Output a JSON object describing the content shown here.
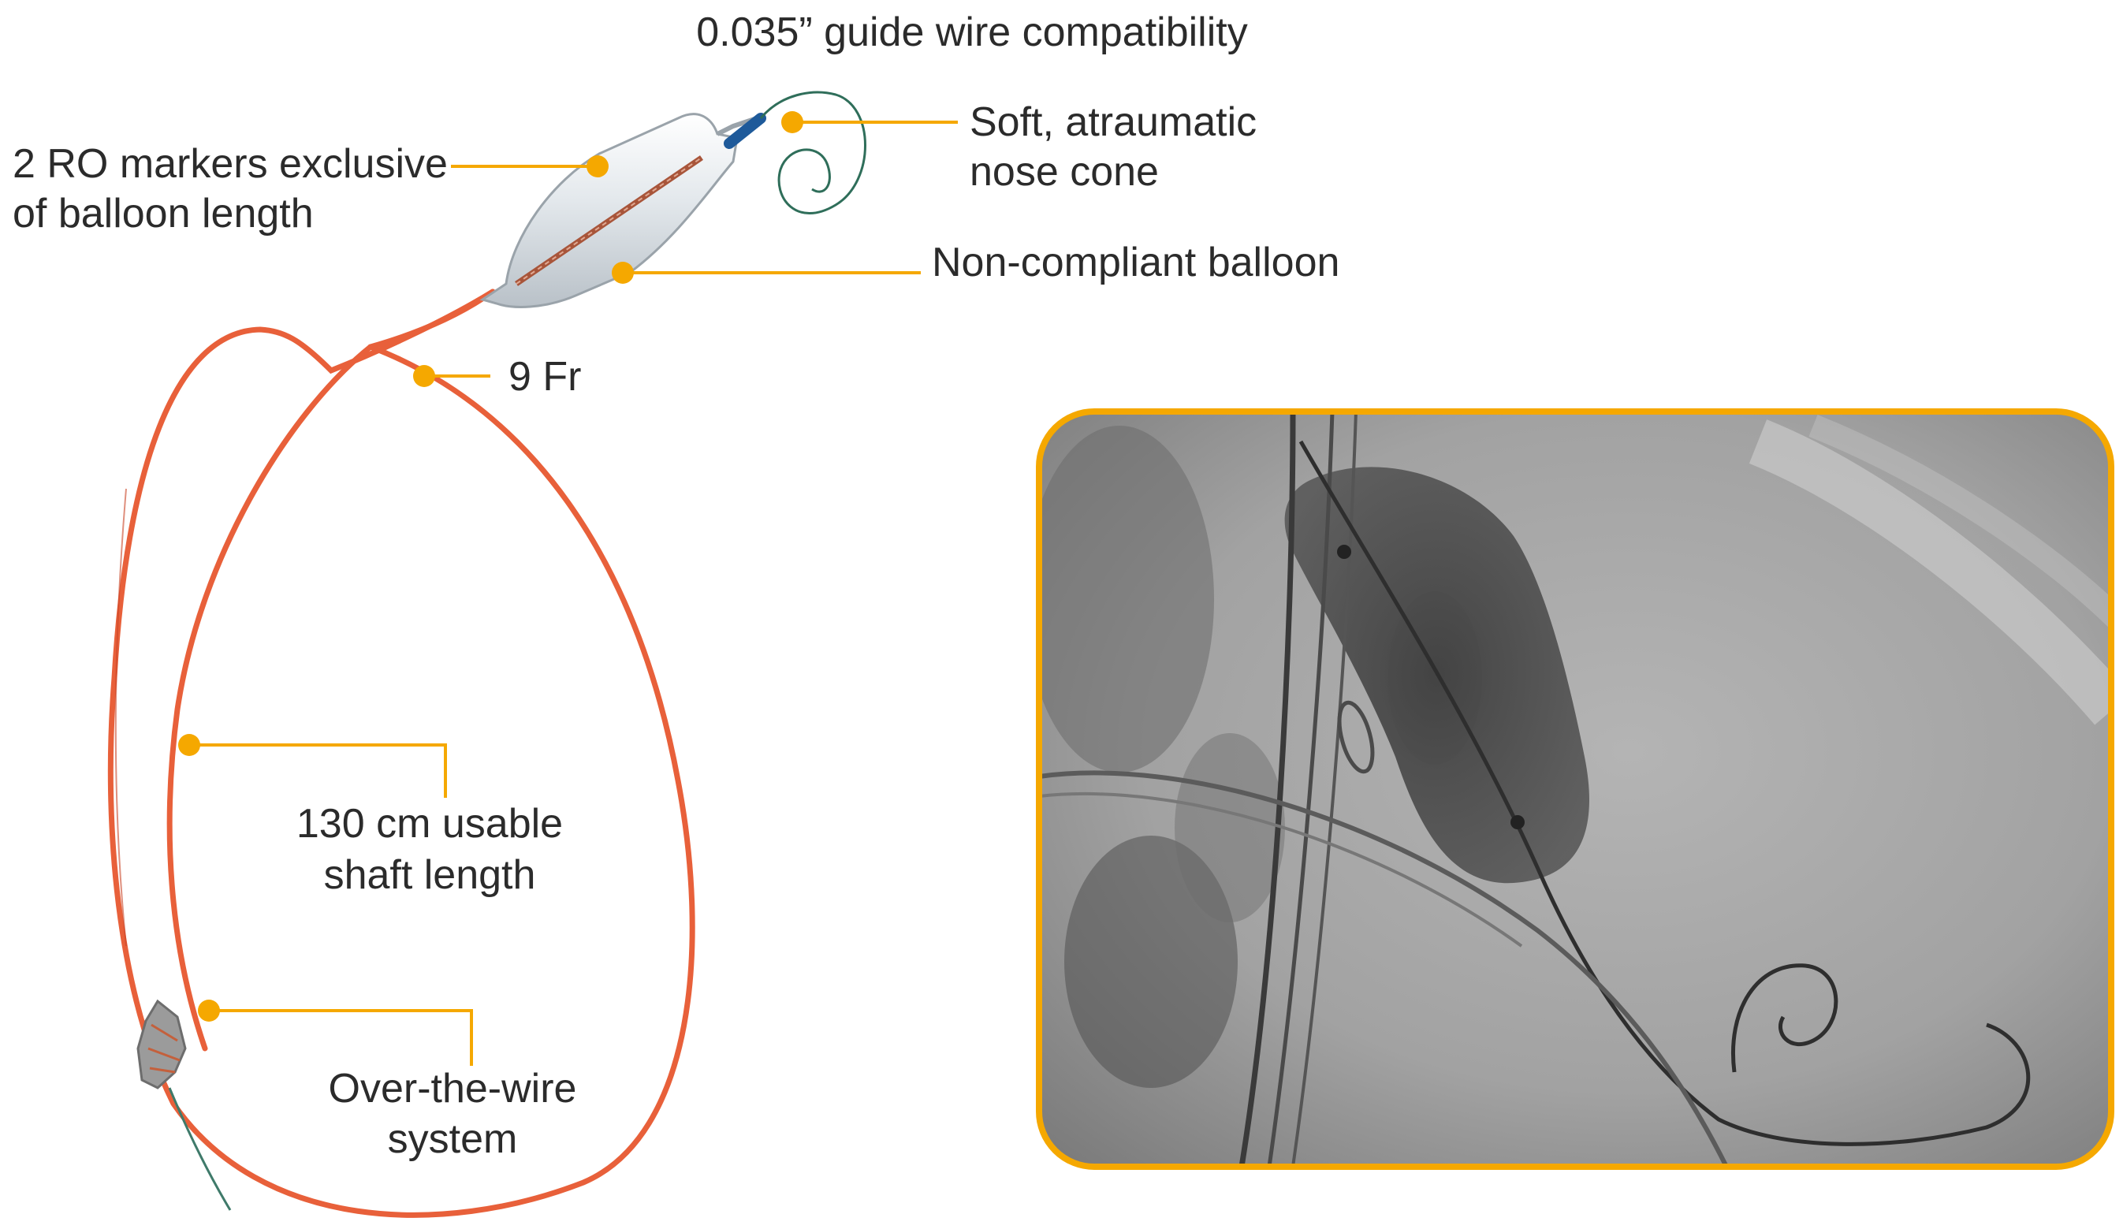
{
  "callouts": {
    "guidewire": "0.035” guide wire compatibility",
    "nosecone_line1": "Soft, atraumatic",
    "nosecone_line2": "nose cone",
    "markers_line1": "2 RO markers exclusive",
    "markers_line2": "of balloon length",
    "balloon": "Non-compliant balloon",
    "french_size": "9 Fr",
    "shaft_line1": "130 cm usable",
    "shaft_line2": "shaft length",
    "otw_line1": "Over-the-wire",
    "otw_line2": "system"
  },
  "colors": {
    "accent": "#f5a800",
    "catheter": "#e8603a",
    "frame": "#f5a800",
    "fluoro_bg": "#9a9a9a"
  }
}
